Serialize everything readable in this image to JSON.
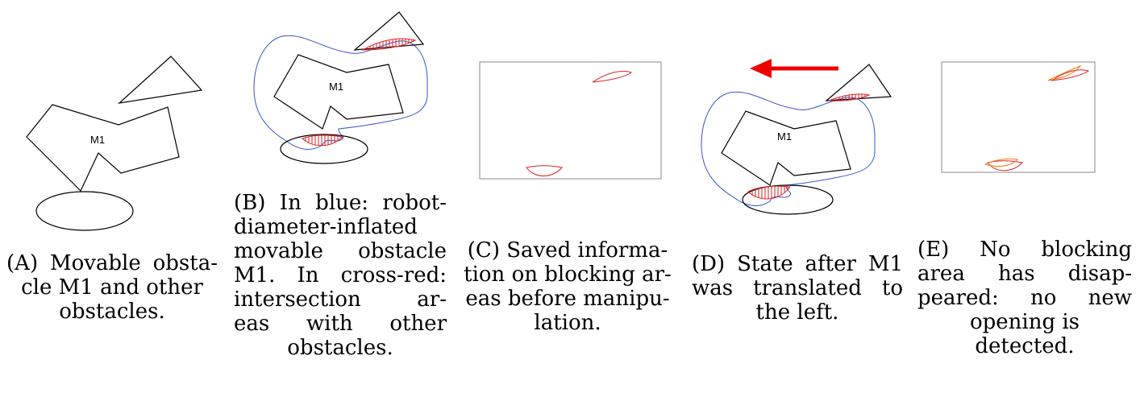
{
  "diagram_label": "M1",
  "colors": {
    "outline": "#000000",
    "inflated": "#3355cc",
    "blocking": "#dd2222",
    "after": "#ee7711",
    "arrow": "#ee0000"
  },
  "panels": [
    {
      "letter": "A",
      "label_prefix": "(",
      "label_suffix": ")",
      "caption_lines": [
        "Movable obsta-",
        "cle M1 and other",
        "obstacles."
      ]
    },
    {
      "letter": "B",
      "label_prefix": "(",
      "label_suffix": ")",
      "caption_lines": [
        "In blue: robot-",
        "diameter-inflated",
        "movable obstacle",
        "M1. In cross-red:",
        "intersection ar-",
        "eas with other",
        "obstacles."
      ]
    },
    {
      "letter": "C",
      "label_prefix": "(",
      "label_suffix": ")",
      "caption_lines": [
        "Saved informa-",
        "tion on blocking ar-",
        "eas before manipu-",
        "lation."
      ]
    },
    {
      "letter": "D",
      "label_prefix": "(",
      "label_suffix": ")",
      "caption_lines": [
        "State after M1",
        "was translated to",
        "the left."
      ]
    },
    {
      "letter": "E",
      "label_prefix": "(",
      "label_suffix": ")",
      "caption_lines": [
        "No blocking",
        "area has disap-",
        "peared: no new",
        "opening is detected."
      ]
    }
  ]
}
